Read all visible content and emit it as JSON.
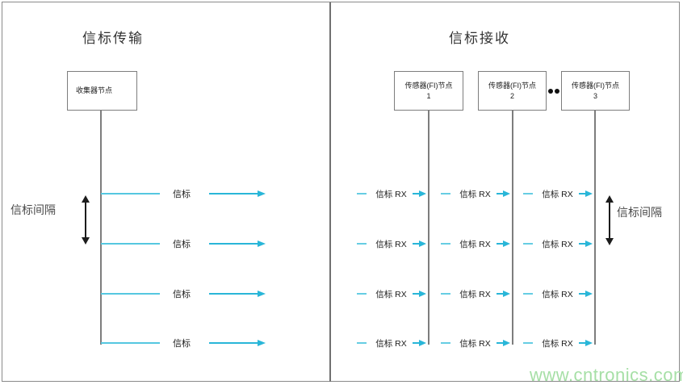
{
  "left_panel": {
    "title": "信标传输",
    "collector_node_label": "收集器节点",
    "interval_label": "信标间隔",
    "beacon_label": "信标"
  },
  "right_panel": {
    "title": "信标接收",
    "sensor_node_label": "传感器(FI)节点",
    "sensor_nodes": [
      {
        "label": "传感器(FI)节点",
        "number": "1"
      },
      {
        "label": "传感器(FI)节点",
        "number": "2"
      },
      {
        "label": "传感器(FI)节点",
        "number": "3"
      }
    ],
    "beacon_rx_label": "信标 RX",
    "interval_label": "信标间隔"
  },
  "watermark": "www.cntronics.com",
  "colors": {
    "accent_cyan": "#29b6d8",
    "line_gray": "#7d7d7d",
    "watermark_green": "#a6dfa6"
  }
}
